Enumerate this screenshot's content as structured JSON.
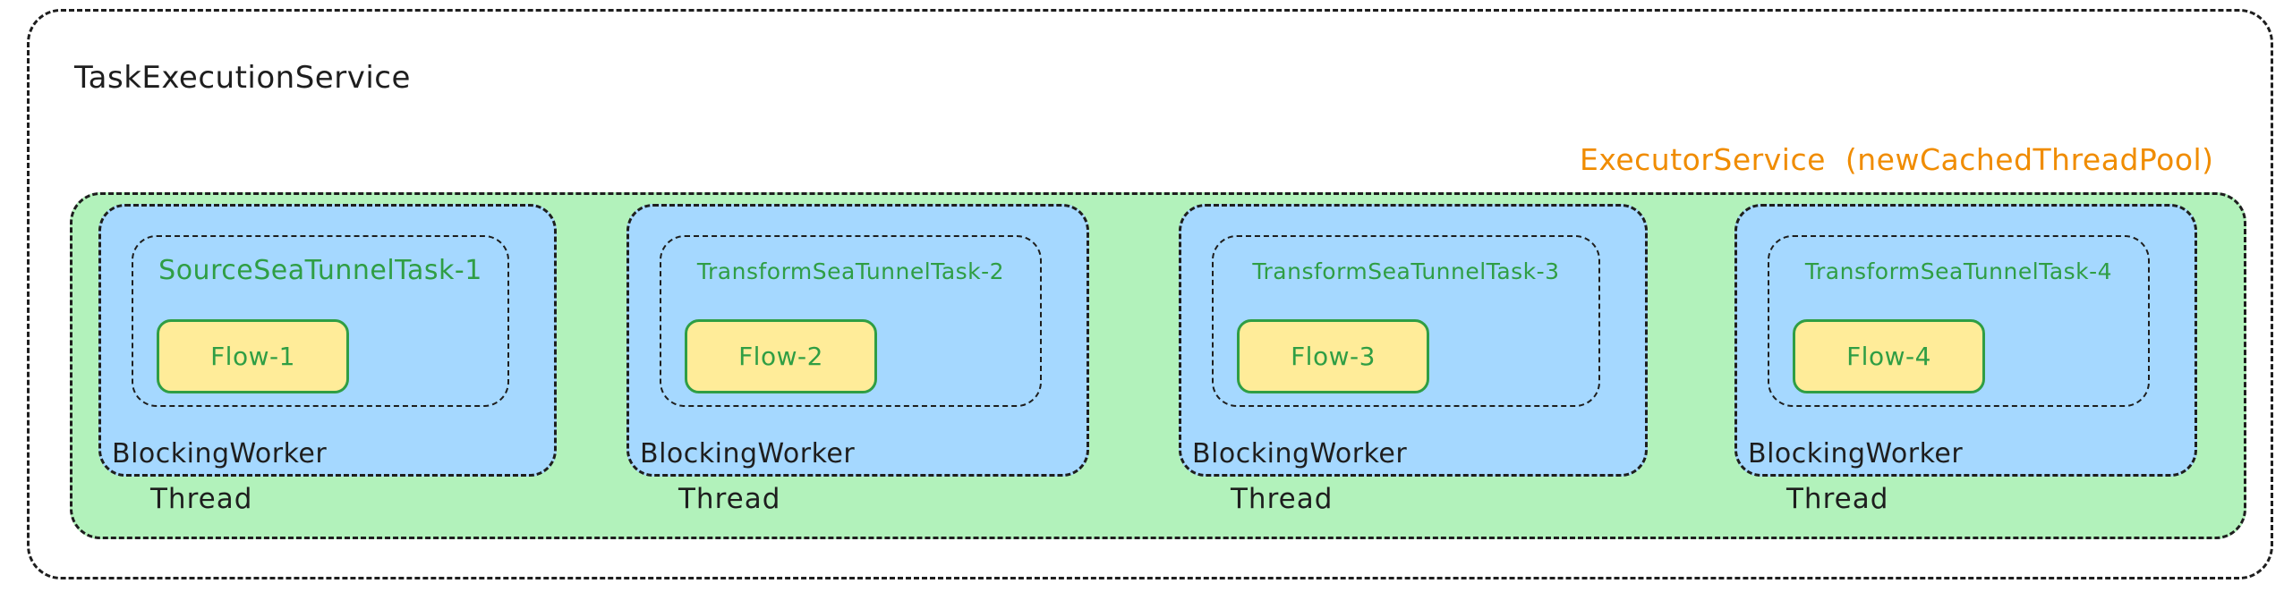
{
  "service": {
    "title": "TaskExecutionService",
    "executor_label": "ExecutorService  (newCachedThreadPool)"
  },
  "threads": [
    {
      "task": "SourceSeaTunnelTask-1",
      "flow": "Flow-1",
      "worker": "BlockingWorker",
      "label": "Thread"
    },
    {
      "task": "TransformSeaTunnelTask-2",
      "flow": "Flow-2",
      "worker": "BlockingWorker",
      "label": "Thread"
    },
    {
      "task": "TransformSeaTunnelTask-3",
      "flow": "Flow-3",
      "worker": "BlockingWorker",
      "label": "Thread"
    },
    {
      "task": "TransformSeaTunnelTask-4",
      "flow": "Flow-4",
      "worker": "BlockingWorker",
      "label": "Thread"
    }
  ],
  "colors": {
    "stroke": "#1e1e1e",
    "pool_fill": "#b2f2bb",
    "worker_fill": "#a5d8ff",
    "flow_fill": "#ffec99",
    "accent_green": "#2f9e44",
    "accent_orange": "#f08c00"
  }
}
